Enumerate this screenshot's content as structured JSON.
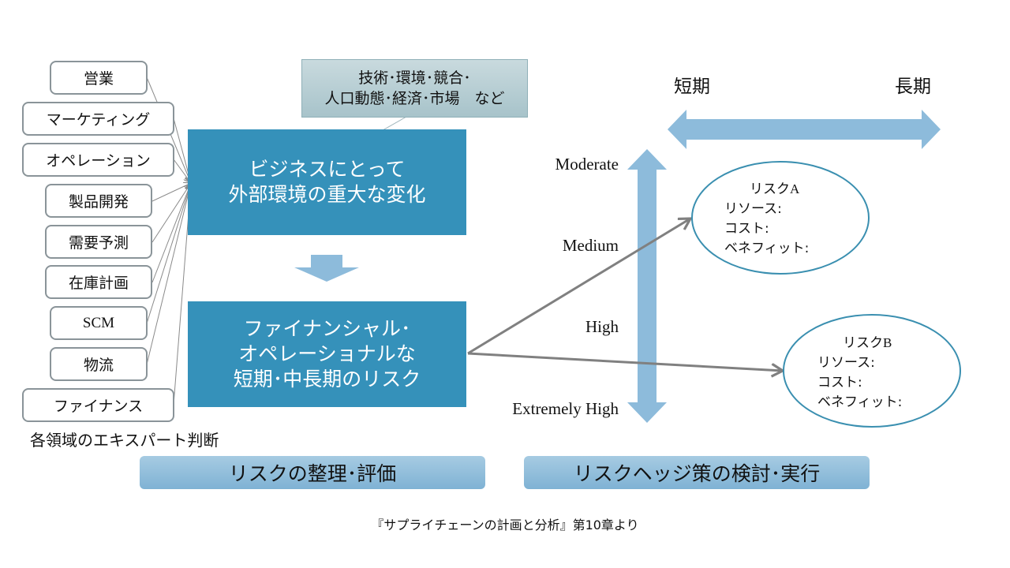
{
  "experts": [
    {
      "label": "営業"
    },
    {
      "label": "マーケティング"
    },
    {
      "label": "オペレーション"
    },
    {
      "label": "製品開発"
    },
    {
      "label": "需要予測"
    },
    {
      "label": "在庫計画"
    },
    {
      "label": "SCM"
    },
    {
      "label": "物流"
    },
    {
      "label": "ファイナンス"
    }
  ],
  "expert_caption": "各領域のエキスパート判断",
  "environment_factors": {
    "line1": "技術･環境･競合･",
    "line2": "人口動態･経済･市場　など"
  },
  "external_change": {
    "line1": "ビジネスにとって",
    "line2": "外部環境の重大な変化"
  },
  "risk_box": {
    "line1": "ファイナンシャル･",
    "line2": "オペレーショナルな",
    "line3": "短期･中長期のリスク"
  },
  "time_axis": {
    "short": "短期",
    "long": "長期"
  },
  "severity_levels": [
    "Moderate",
    "Medium",
    "High",
    "Extremely High"
  ],
  "risks": [
    {
      "title_jp": "リスク",
      "title_latin": "A",
      "resource": "リソース:",
      "cost": "コスト:",
      "benefit": "ベネフィット:"
    },
    {
      "title_jp": "リスク",
      "title_latin": "B",
      "resource": "リソース:",
      "cost": "コスト:",
      "benefit": "ベネフィット:"
    }
  ],
  "phases": {
    "assess": "リスクの整理･評価",
    "hedge": "リスクヘッジ策の検討･実行"
  },
  "source_note": "『サプライチェーンの計画と分析』第10章より",
  "colors": {
    "primary_blue": "#3591ba",
    "light_arrow_blue": "#8dbbdb",
    "connector_gray": "#808080",
    "ellipse_border": "#3a8fb0"
  }
}
